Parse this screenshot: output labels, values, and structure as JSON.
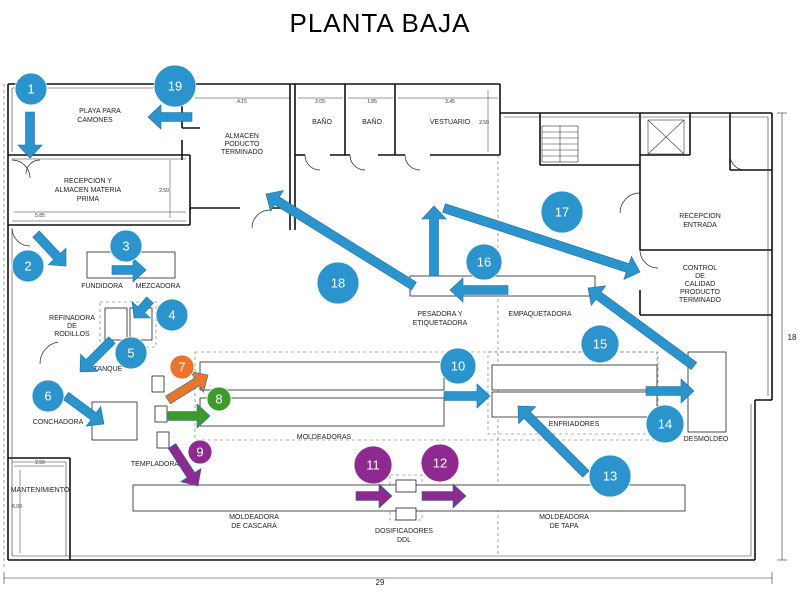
{
  "title": "PLANTA  BAJA",
  "colors": {
    "blue": "#2b94cc",
    "blue_dark": "#1d6f9e",
    "orange": "#e8762d",
    "green": "#3f9a2e",
    "purple": "#8e2a8f",
    "wall": "#111111"
  },
  "labels": {
    "playa": [
      "PLAYA PARA",
      "CAMONES"
    ],
    "almacen_pt": [
      "ALMACEN",
      "PODUCTO",
      "TERMINADO"
    ],
    "bano1": "BAÑO",
    "bano2": "BAÑO",
    "vestuario": "VESTUARIO",
    "recepcion_mp": [
      "RECEPCION Y",
      "ALMACEN MATERIA",
      "PRIMA"
    ],
    "recepcion_entrada": [
      "RECEPCION",
      "ENTRADA"
    ],
    "control": [
      "CONTROL",
      "DE",
      "CALIDAD",
      "PRODUCTO",
      "TERMINADO"
    ],
    "fundidora": "FUNDIDORA",
    "mezcadora": "MEZCADORA",
    "refinadora": [
      "REFINADORA",
      "DE",
      "RODILLOS"
    ],
    "tanque": "TANQUE",
    "conchadora": "CONCHADORA",
    "pesadora": [
      "PESADORA Y",
      "ETIQUETADORA"
    ],
    "empaquetadora": "EMPAQUETADORA",
    "moldeadoras": "MOLDEADORAS",
    "enfriadores": "ENFRIADORES",
    "desmoldeo": "DESMOLDEO",
    "templadora": "TEMPLADORA",
    "mantenimiento": "MANTENIMIENTO",
    "moldeadora_cascara": [
      "MOLDEADORA",
      "DE CASCARA"
    ],
    "dosificadores": [
      "DOSIFICADORES",
      "DDL"
    ],
    "moldeadora_tapa": [
      "MOLDEADORA",
      "DE TAPA"
    ]
  },
  "dimensions": {
    "d_415": "4.15",
    "d_205": "2.05",
    "d_185": "1.85",
    "d_345": "3.45",
    "d_250a": "2.50",
    "d_250b": "2.50",
    "d_585": "5.85",
    "d_250c": "2.50",
    "d_600": "6.00",
    "width_total": "29",
    "height_total": "18"
  },
  "steps": [
    "1",
    "2",
    "3",
    "4",
    "5",
    "6",
    "7",
    "8",
    "9",
    "10",
    "11",
    "12",
    "13",
    "14",
    "15",
    "16",
    "17",
    "18",
    "19"
  ]
}
